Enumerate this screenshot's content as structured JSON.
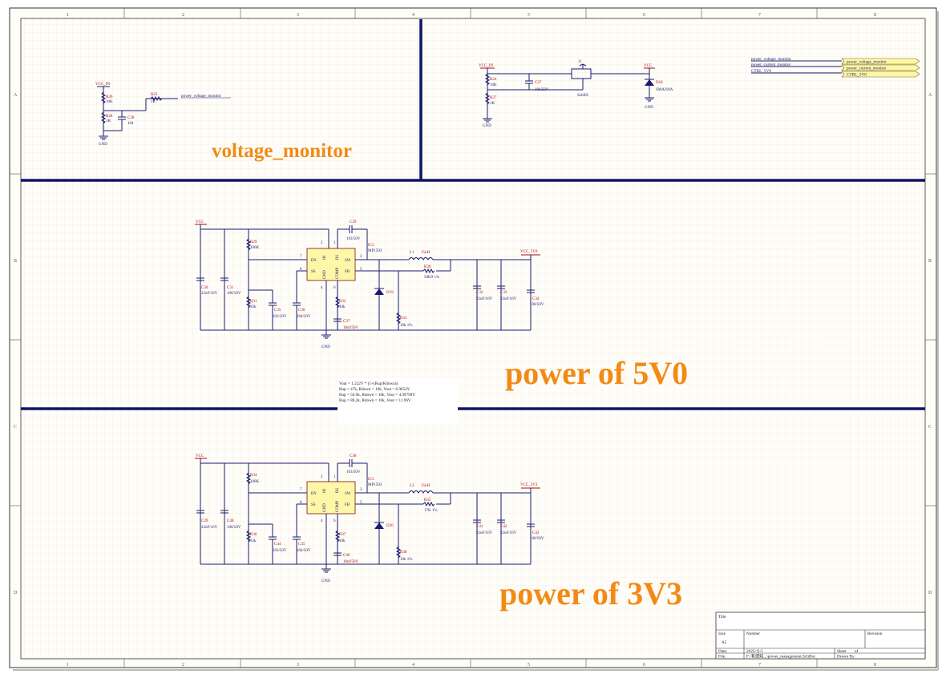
{
  "sheet": {
    "zone_columns": [
      "1",
      "2",
      "3",
      "4",
      "5",
      "6",
      "7",
      "8"
    ],
    "zone_rows": [
      "A",
      "B",
      "C",
      "D"
    ],
    "colors": {
      "background": "#fffdf8",
      "grid": "#efe6dc",
      "wire": "#1a1a70",
      "bus": "#0d1566",
      "section_label": "#f28a16",
      "designator": "#a01010",
      "ic_fill": "#fff7a8"
    }
  },
  "sections": {
    "voltage_monitor": "voltage_monitor",
    "power_5v0": "power of 5V0",
    "power_3v3": "power of 3V3"
  },
  "voltage_monitor_left": {
    "power_port": "VCC_IN",
    "r26": {
      "ref": "R26",
      "value": "10K"
    },
    "r28": {
      "ref": "R28",
      "value": "1K"
    },
    "c28": {
      "ref": "C28",
      "value": "104"
    },
    "r25": {
      "ref": "R25",
      "value": "1K"
    },
    "net": "power_voltage_monitor",
    "gnd": "GND"
  },
  "voltage_monitor_right": {
    "power_port": "VCC_IN",
    "r24": {
      "ref": "R24",
      "value": "10K"
    },
    "r27": {
      "ref": "R27",
      "value": "1K"
    },
    "c27": {
      "ref": "C27",
      "value": "106/50V"
    },
    "q1": {
      "ref": "J1",
      "value": "Si4405"
    },
    "vcc": "VCC",
    "d18": {
      "ref": "D18",
      "value": "SMAJ18A"
    },
    "gnd": "GND",
    "gnd2": "GND"
  },
  "net_ports": {
    "left": [
      "power_voltage_monitor",
      "power_current_monitor",
      "CTRL_5V0"
    ],
    "right": [
      "power_voltage_monitor",
      "power_current_monitor",
      "CTRL_5V0"
    ]
  },
  "reg5v0": {
    "vcc": "VCC",
    "out": "VCC_5V0",
    "ic": {
      "ref": "IC2",
      "value": "MP1593",
      "pins": {
        "en": "EN",
        "ss": "SS",
        "in": "IN",
        "gnd": "GND",
        "bs": "BS",
        "comp": "COMP",
        "sw": "SW",
        "fb": "FB"
      },
      "pin_nums": {
        "p7": "7",
        "p8": "8",
        "p4": "4",
        "p3": "3",
        "p2": "2",
        "p5": "5",
        "p6": "6",
        "p1": "1"
      }
    },
    "c29": {
      "ref": "C29",
      "value": "103/50V"
    },
    "c30": {
      "ref": "C30",
      "value": "22uF/16V"
    },
    "c31": {
      "ref": "C31",
      "value": "106/50V"
    },
    "r29": {
      "ref": "R29",
      "value": "100K"
    },
    "r31": {
      "ref": "R31",
      "value": "33k"
    },
    "c35": {
      "ref": "C35",
      "value": "103/50V"
    },
    "c36": {
      "ref": "C36",
      "value": "104/50V"
    },
    "r32": {
      "ref": "R32",
      "value": "10k"
    },
    "c37": {
      "ref": "C37",
      "value": "10nf/50V"
    },
    "l1": {
      "ref": "L1",
      "value": "15uH"
    },
    "r30": {
      "ref": "R30",
      "value": "50K9 1%"
    },
    "d19": {
      "ref": "D19",
      "value": ""
    },
    "r33": {
      "ref": "R33",
      "value": "10k 1%"
    },
    "c32": {
      "ref": "C32",
      "value": "22uF/16V"
    },
    "c33": {
      "ref": "C33",
      "value": "22uF/16V"
    },
    "c34": {
      "ref": "C34",
      "value": "106/50V"
    },
    "gnd": "GND"
  },
  "formula_note": [
    "Vout = 1.222V * (1+(Rup/Rdown))",
    "Rup = 47k, Rdown = 10k, Vout = 6.9654V",
    "Rup = 50.9k, Rdown = 10k, Vout = 4.99798V",
    "Rup = 88.2k, Rdown = 10k, Vout = 11.96V"
  ],
  "reg3v3": {
    "vcc": "VCC",
    "out": "VCC_3V3",
    "ic": {
      "ref": "IC3",
      "value": "MP1593",
      "pins": {
        "en": "EN",
        "ss": "SS",
        "in": "IN",
        "gnd": "GND",
        "bs": "BS",
        "comp": "COMP",
        "sw": "SW",
        "fb": "FB"
      },
      "pin_nums": {
        "p7": "7",
        "p8": "8",
        "p4": "4",
        "p3": "3",
        "p2": "2",
        "p5": "5",
        "p6": "6",
        "p1": "1"
      }
    },
    "c38": {
      "ref": "C38",
      "value": "103/50V"
    },
    "c39": {
      "ref": "C39",
      "value": "22uF/16V"
    },
    "c40": {
      "ref": "C40",
      "value": "106/50V"
    },
    "r34": {
      "ref": "R34",
      "value": "100K"
    },
    "r36": {
      "ref": "R36",
      "value": "33k"
    },
    "c44": {
      "ref": "C44",
      "value": "103/50V"
    },
    "c45": {
      "ref": "C45",
      "value": "104/50V"
    },
    "r37": {
      "ref": "R37",
      "value": "10k"
    },
    "c46": {
      "ref": "C46",
      "value": "10nf/50V"
    },
    "l2": {
      "ref": "L2",
      "value": "15uH"
    },
    "r35": {
      "ref": "R35",
      "value": "17K 1%"
    },
    "d20": {
      "ref": "D20",
      "value": ""
    },
    "r38": {
      "ref": "R38",
      "value": "10k 1%"
    },
    "c41": {
      "ref": "C41",
      "value": "22uF/16V"
    },
    "c42": {
      "ref": "C42",
      "value": "22uF/16V"
    },
    "c43": {
      "ref": "C43",
      "value": "106/50V"
    },
    "gnd": "GND"
  },
  "title_block": {
    "title": "Title",
    "size_label": "Size",
    "size_value": "A5",
    "number_label": "Number",
    "revision_label": "Revision",
    "date_label": "Date:",
    "date_value": "2025/11/1",
    "sheet_label": "Sheet",
    "sheet_of": "of",
    "file_label": "File:",
    "file_value": "F:\\有感知...\\power_management.SchDoc",
    "drawn_label": "Drawn By:"
  }
}
